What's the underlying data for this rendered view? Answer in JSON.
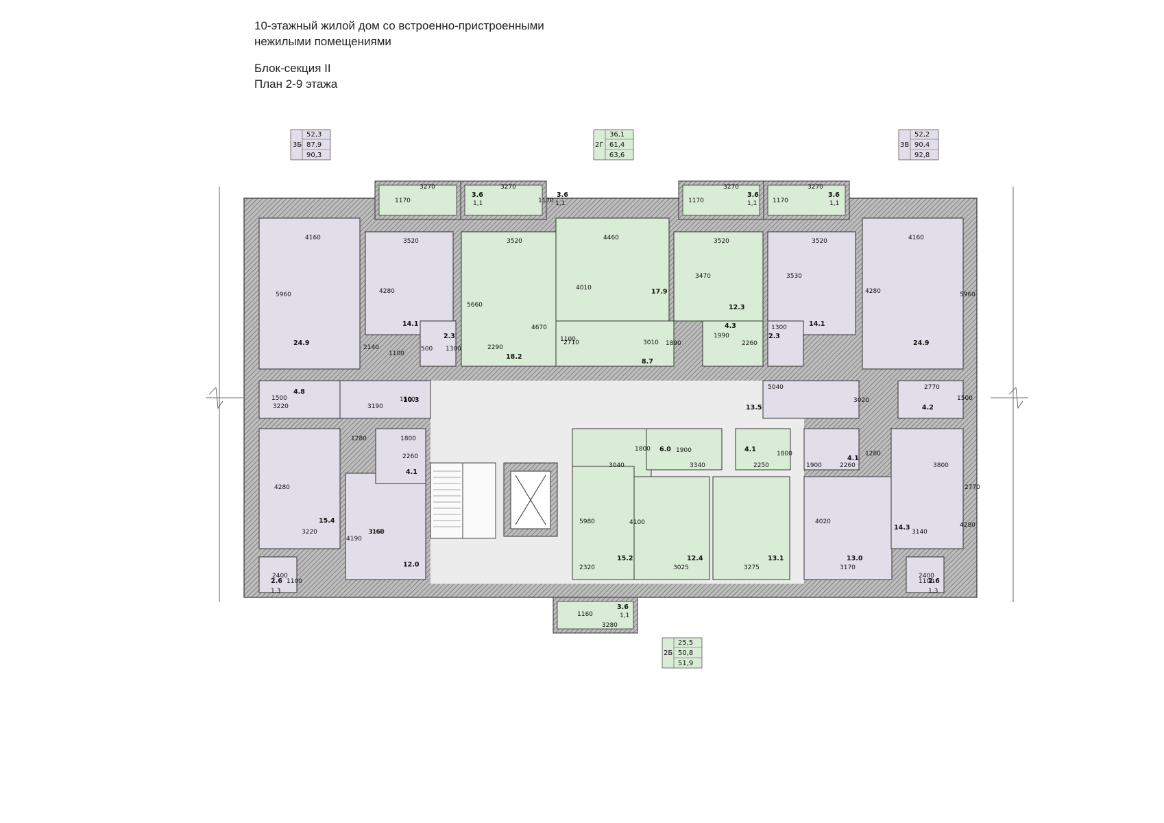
{
  "title": {
    "line1": "10-этажный жилой дом со встроенно-пристроенными",
    "line2": "нежилыми помещениями",
    "section": "Блок-секция II",
    "floors": "План 2-9 этажа"
  },
  "colors": {
    "purple_apartment": "#e2dee9",
    "green_apartment": "#d9ecd5",
    "common_area": "#ececec",
    "wall_hatch": "#9a9a9a",
    "wall_outline": "#333333"
  },
  "apartments": [
    {
      "id": "3Б",
      "living": "52,3",
      "total": "87,9",
      "total_with_balcony": "90,3",
      "color": "purple"
    },
    {
      "id": "2Г",
      "living": "36,1",
      "total": "61,4",
      "total_with_balcony": "63,6",
      "color": "green"
    },
    {
      "id": "3В",
      "living": "52,2",
      "total": "90,4",
      "total_with_balcony": "92,8",
      "color": "purple"
    },
    {
      "id": "2Б",
      "living": "25,5",
      "total": "50,8",
      "total_with_balcony": "51,9",
      "color": "green"
    }
  ],
  "room_areas": [
    "24.9",
    "14.1",
    "2.3",
    "18.2",
    "17.9",
    "12.3",
    "4.3",
    "8.7",
    "2.3",
    "14.1",
    "24.9",
    "4.8",
    "10.3",
    "13.5",
    "4.2",
    "6.0",
    "4.1",
    "4.1",
    "4.1",
    "15.4",
    "12.0",
    "15.2",
    "12.4",
    "13.1",
    "13.0",
    "14.3",
    "2.6",
    "2.6",
    "3.6",
    "3.6",
    "3.6",
    "3.6",
    "3.6"
  ],
  "balcony_small_areas": [
    "1,1",
    "1,1",
    "1,1",
    "1,1",
    "1,3",
    "1,3",
    "1,1"
  ],
  "dimensions": [
    "3270",
    "3270",
    "3270",
    "3270",
    "1170",
    "1170",
    "1170",
    "1170",
    "4160",
    "3520",
    "3520",
    "4460",
    "3520",
    "3520",
    "4160",
    "5960",
    "4280",
    "5660",
    "4670",
    "4010",
    "3470",
    "3530",
    "4280",
    "5960",
    "2140",
    "1100",
    "1300",
    "2290",
    "1100",
    "2710",
    "3010",
    "1890",
    "1990",
    "2260",
    "1300",
    "500",
    "1500",
    "3220",
    "3190",
    "1500",
    "5040",
    "3020",
    "2770",
    "1500",
    "1280",
    "1800",
    "2260",
    "3040",
    "1800",
    "3340",
    "1900",
    "2250",
    "1800",
    "1900",
    "2260",
    "1280",
    "3800",
    "2770",
    "4280",
    "4190",
    "3160",
    "5980",
    "4100",
    "4020",
    "4280",
    "3220",
    "3160",
    "2320",
    "3025",
    "3275",
    "3170",
    "3140",
    "2400",
    "2400",
    "1100",
    "1100",
    "1160",
    "3280"
  ]
}
